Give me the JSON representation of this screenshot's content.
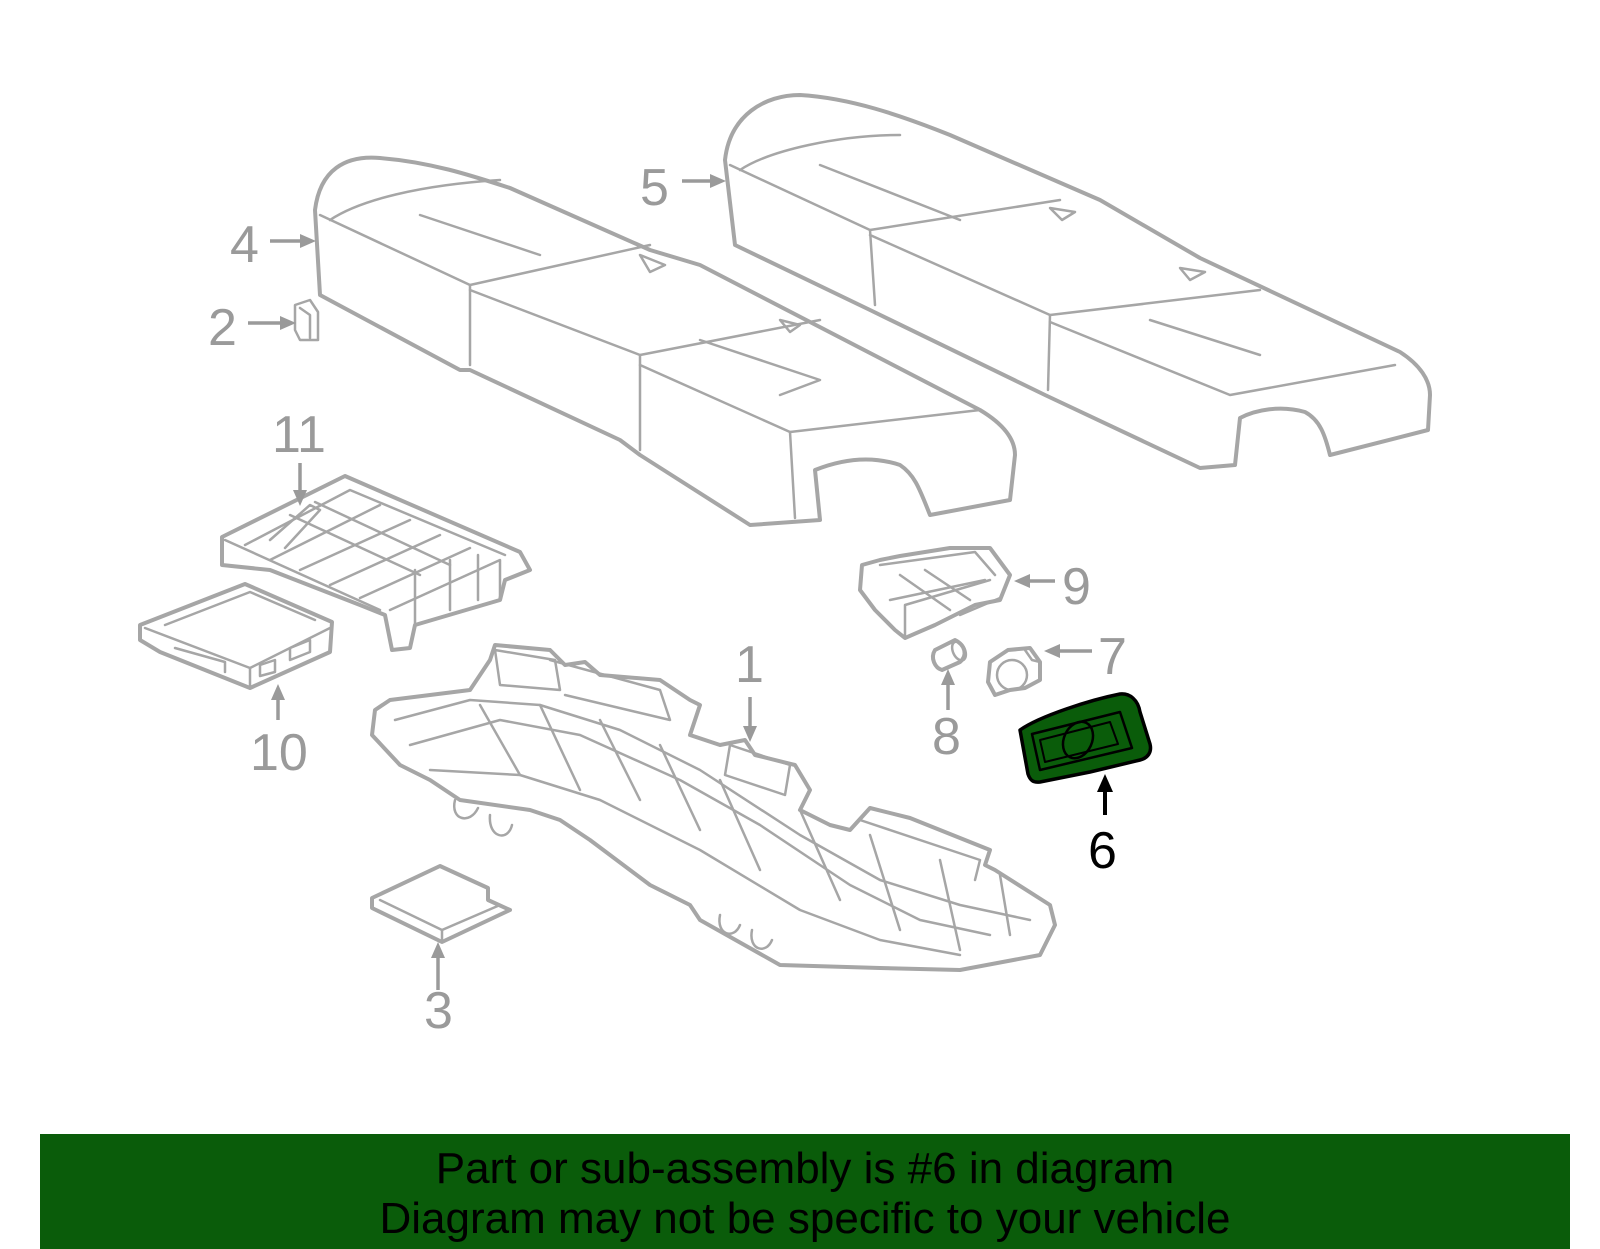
{
  "callouts": {
    "c1": "1",
    "c2": "2",
    "c3": "3",
    "c4": "4",
    "c5": "5",
    "c6": "6",
    "c7": "7",
    "c8": "8",
    "c9": "9",
    "c10": "10",
    "c11": "11"
  },
  "highlight": {
    "part_number": "6",
    "fill_color": "#0a5c0a",
    "outline_color": "#000000"
  },
  "banner": {
    "line1": "Part or sub-assembly is #6 in diagram",
    "line2": "Diagram may not be specific to your vehicle",
    "background_color": "#0a5c0a"
  }
}
